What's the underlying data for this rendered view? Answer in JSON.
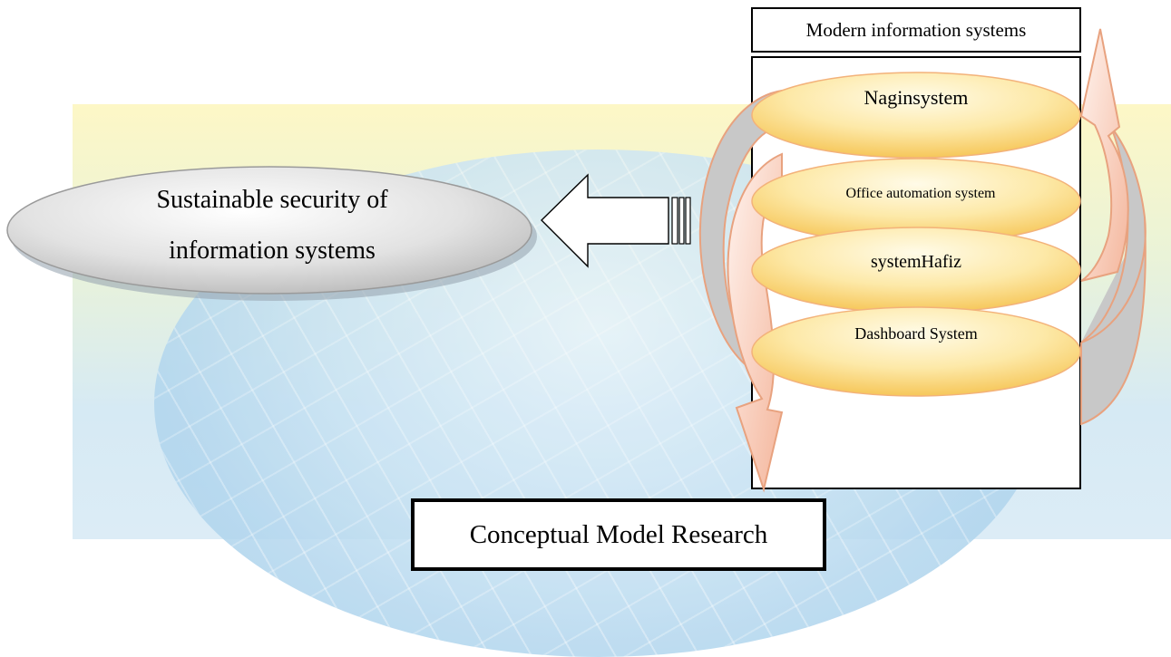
{
  "diagram": {
    "main_node": {
      "line1": "Sustainable security of",
      "line2": "information systems"
    },
    "systems_panel": {
      "title": "Modern information systems",
      "items": [
        "Naginsystem",
        "Office automation system",
        "systemHafiz",
        "Dashboard System"
      ]
    },
    "footer_label": "Conceptual Model Research"
  }
}
